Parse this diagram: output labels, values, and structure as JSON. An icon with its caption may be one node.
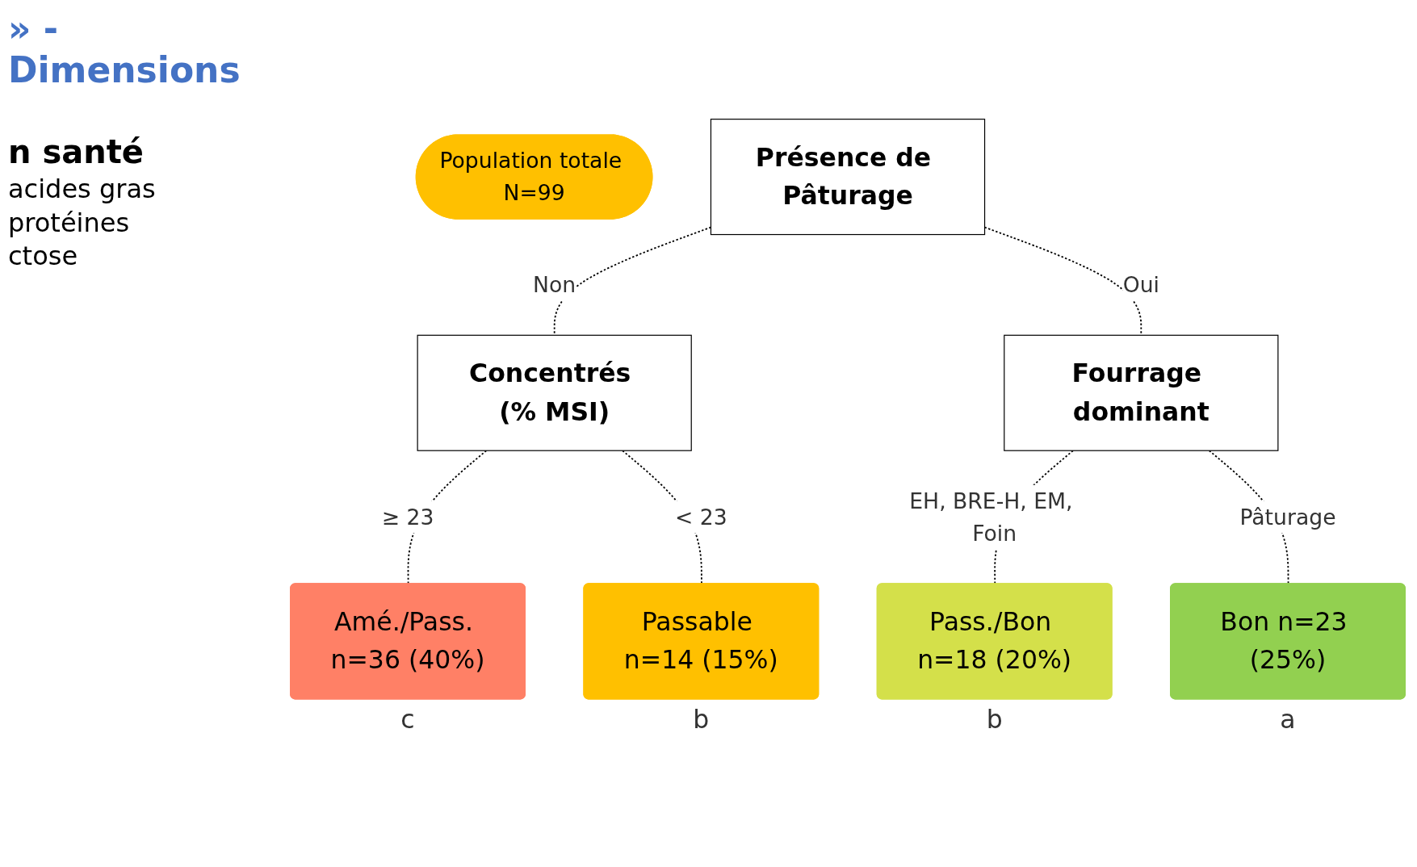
{
  "diagram": {
    "title": "» - Dimensions",
    "nodes": [
      {
        "text": [
          "Population totale N=99"
        ]
      },
      {
        "text": [
          "Présence de Pâturage"
        ]
      },
      {
        "text": [
          "Concentrés (% MSI)"
        ]
      },
      {
        "text": [
          "Fourrage dominant"
        ]
      },
      {
        "text": [
          "Amé./Pass. n=36 (40%)"
        ],
        "beside": [
          "c"
        ]
      },
      {
        "text": [
          "Passable n=14 (15%)"
        ],
        "beside": [
          "b"
        ]
      },
      {
        "text": [
          "Pass./Bon n=18 (20%)"
        ],
        "beside": [
          "b"
        ]
      },
      {
        "text": [
          "Bon n=23 (25%)"
        ],
        "beside": [
          "a"
        ]
      }
    ],
    "edges": [
      {
        "from": 1,
        "to": 2,
        "arrow": "none",
        "label": "Non",
        "style": "dashed"
      },
      {
        "from": 1,
        "to": 3,
        "arrow": "none",
        "label": "Oui",
        "style": "dashed"
      },
      {
        "from": 2,
        "to": 4,
        "arrow": "none",
        "label": "≥ 23",
        "style": "dashed"
      },
      {
        "from": 2,
        "to": 5,
        "arrow": "none",
        "label": "< 23",
        "style": "dashed"
      },
      {
        "from": 3,
        "to": 6,
        "arrow": "none",
        "label": "EH, BRE-H, EM, Foin",
        "style": "dashed"
      },
      {
        "from": 3,
        "to": 7,
        "arrow": "none",
        "label": "Pâturage",
        "style": "dashed"
      }
    ],
    "labels": [
      "n santé",
      "acides gras",
      "protéines",
      "ctose"
    ]
  }
}
